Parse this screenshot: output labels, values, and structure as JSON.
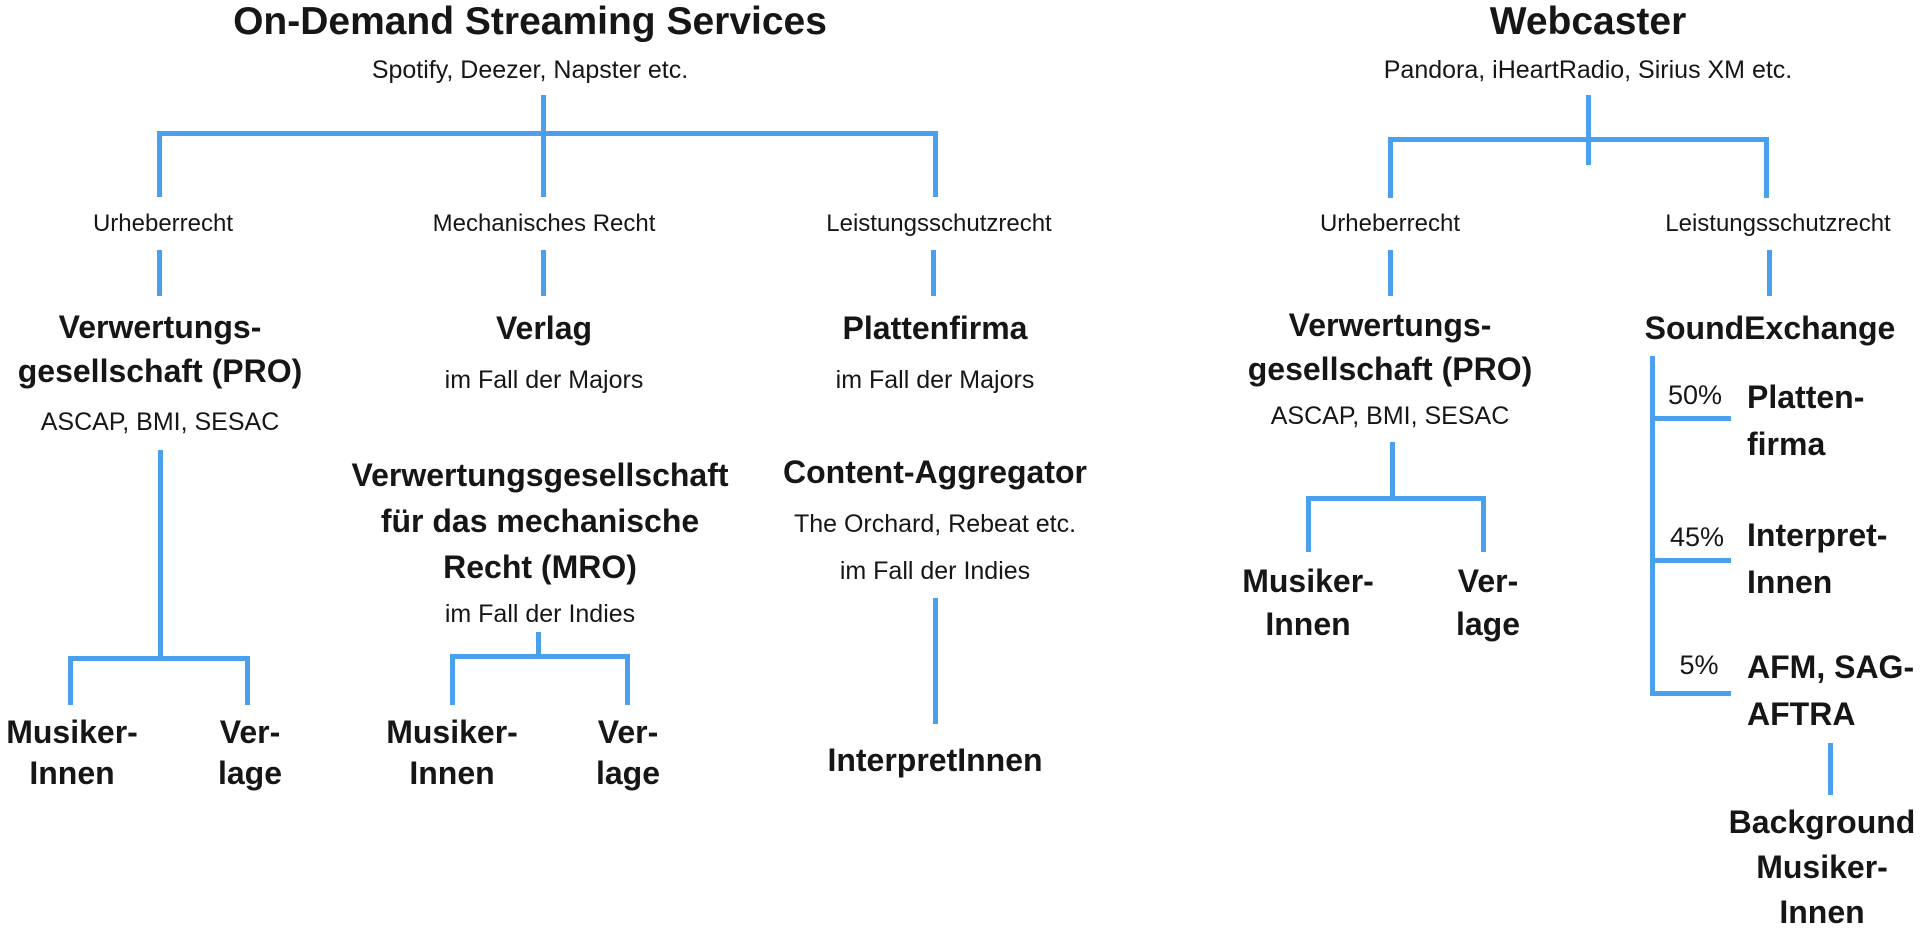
{
  "colors": {
    "line": "#4BA0EE",
    "text": "#161616"
  },
  "left": {
    "title": "On-Demand Streaming Services",
    "subtitle": "Spotify, Deezer, Napster etc.",
    "branch_labels": [
      "Urheberrecht",
      "Mechanisches Recht",
      "Leistungsschutzrecht"
    ],
    "pro": {
      "name": "Verwertungs-\ngesellschaft (PRO)",
      "note": "ASCAP, BMI, SESAC"
    },
    "pro_leaves": {
      "musiker": "Musiker-\nInnen",
      "verlage": "Ver-\nlage"
    },
    "mech": {
      "verlag": "Verlag",
      "verlag_note": "im Fall der Majors",
      "mro": "Verwertungsgesellschaft\nfür das mechanische\nRecht (MRO)",
      "mro_note": "im Fall der Indies"
    },
    "mech_leaves": {
      "musiker": "Musiker-\nInnen",
      "verlage": "Ver-\nlage"
    },
    "perf": {
      "plattenfirma": "Plattenfirma",
      "plattenfirma_note": "im Fall der Majors",
      "aggregator": "Content-Aggregator",
      "aggregator_note1": "The Orchard, Rebeat etc.",
      "aggregator_note2": "im Fall der Indies",
      "interpret": "InterpretInnen"
    }
  },
  "right": {
    "title": "Webcaster",
    "subtitle": "Pandora, iHeartRadio, Sirius XM etc.",
    "branch_labels": [
      "Urheberrecht",
      "Leistungsschutzrecht"
    ],
    "pro": {
      "name": "Verwertungs-\ngesellschaft (PRO)",
      "note": "ASCAP, BMI, SESAC"
    },
    "pro_leaves": {
      "musiker": "Musiker-\nInnen",
      "verlage": "Ver-\nlage"
    },
    "soundexchange": {
      "name": "SoundExchange",
      "splits": [
        {
          "percent": "50%",
          "label": "Platten-\nfirma"
        },
        {
          "percent": "45%",
          "label": "Interpret-\nInnen"
        },
        {
          "percent": "5%",
          "label": "AFM, SAG-\nAFTRA"
        }
      ],
      "background": "Background\nMusiker-\nInnen"
    }
  },
  "chart_data": {
    "type": "table",
    "title": "Rights and royalty flows for on-demand streaming services vs. webcasters",
    "soundexchange_distribution": [
      {
        "recipient": "Plattenfirma",
        "share_percent": 50
      },
      {
        "recipient": "InterpretInnen",
        "share_percent": 45
      },
      {
        "recipient": "AFM, SAG-AFTRA (Background MusikerInnen)",
        "share_percent": 5
      }
    ]
  }
}
